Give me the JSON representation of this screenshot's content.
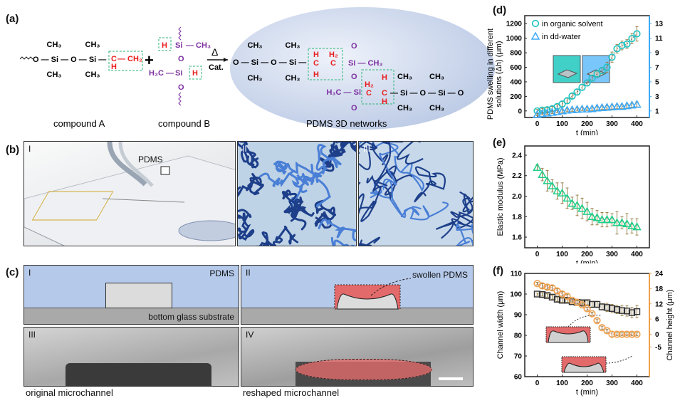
{
  "panels": {
    "a": {
      "label": "(a)",
      "compound_a": {
        "caption": "compound A",
        "left": "O — Si — O — Si —",
        "ch3": "CH₃",
        "vinyl_c": "C",
        "vinyl_ch2": "— CH₂",
        "vinyl_h": "H"
      },
      "plus": "+",
      "compound_b": {
        "caption": "compound B",
        "h": "H",
        "si": "Si",
        "ch3": "— CH₃",
        "o": "O",
        "h3c": "H₃C —"
      },
      "arrow": {
        "top": "Δ",
        "bottom": "Cat."
      },
      "network": {
        "caption": "PDMS 3D networks",
        "chain_left": "O — Si — O — Si —",
        "chain_right": "— Si — O — Si — O",
        "ch3": "CH₃",
        "h": "H",
        "c": "C",
        "h2": "H₂",
        "si": "Si",
        "o": "O",
        "si_ch3": "Si — CH₃",
        "h3c_si": "H₃C — Si"
      }
    },
    "b": {
      "label": "(b)",
      "sub": [
        "I",
        "II",
        "III"
      ],
      "pdms_label": "PDMS"
    },
    "c": {
      "label": "(c)",
      "sub": [
        "I",
        "II",
        "III",
        "IV"
      ],
      "pdms": "PDMS",
      "substrate": "bottom glass substrate",
      "swollen": "swollen PDMS",
      "caption_iii": "original microchannel",
      "caption_iv": "reshaped microchannel"
    },
    "d": {
      "label": "(d)"
    },
    "e": {
      "label": "(e)"
    },
    "f": {
      "label": "(f)"
    }
  },
  "colors": {
    "organic": "#1fc2c2",
    "water": "#3fa9f5",
    "modulus": "#1ecf8a",
    "width": "#333333",
    "height": "#f0a04b",
    "errorbar": "#9a8048",
    "right_axis_d": "#3fa9f5",
    "right_axis_f": "#f0a04b"
  },
  "chart_data": [
    {
      "id": "d",
      "type": "scatter",
      "xlabel": "t (min)",
      "ylabel": "PDMS swelling in different solutions (Δh) (μm)",
      "xlim": [
        -50,
        450
      ],
      "ylim": [
        -90,
        1310
      ],
      "xticks": [
        0,
        100,
        200,
        300,
        400
      ],
      "yticks": [
        0,
        200,
        400,
        600,
        800,
        1000,
        1200
      ],
      "y2ticks": [
        "1",
        "3",
        "5",
        "7",
        "9",
        "11",
        "13"
      ],
      "legend": [
        "in organic solvent",
        "in dd-water"
      ],
      "legend_position": "top-left",
      "x": [
        0,
        20,
        40,
        60,
        80,
        100,
        120,
        140,
        160,
        180,
        200,
        220,
        240,
        260,
        280,
        300,
        320,
        340,
        360,
        380,
        400
      ],
      "series": [
        {
          "name": "in organic solvent",
          "marker": "circle",
          "values": [
            0,
            10,
            15,
            30,
            60,
            95,
            140,
            205,
            260,
            325,
            385,
            450,
            510,
            555,
            600,
            740,
            855,
            900,
            920,
            995,
            1060
          ],
          "errors": [
            20,
            25,
            30,
            30,
            25,
            35,
            35,
            35,
            40,
            40,
            40,
            40,
            45,
            45,
            70,
            70,
            60,
            60,
            60,
            70,
            100
          ]
        },
        {
          "name": "in dd-water",
          "marker": "triangle",
          "values": [
            -50,
            -40,
            -30,
            -20,
            -10,
            0,
            10,
            15,
            20,
            25,
            25,
            30,
            40,
            45,
            50,
            55,
            60,
            60,
            70,
            80,
            90
          ],
          "errors": [
            15,
            15,
            15,
            15,
            15,
            20,
            20,
            20,
            20,
            20,
            20,
            25,
            25,
            25,
            25,
            30,
            30,
            30,
            30,
            30,
            35
          ]
        }
      ]
    },
    {
      "id": "e",
      "type": "scatter",
      "xlabel": "t (min)",
      "ylabel": "Elastic modulus (MPa)",
      "xlim": [
        -50,
        450
      ],
      "ylim": [
        1.496,
        2.49
      ],
      "xticks": [
        0,
        100,
        200,
        300,
        400
      ],
      "yticks": [
        1.6,
        1.8,
        2.0,
        2.2,
        2.4
      ],
      "x": [
        0,
        20,
        40,
        60,
        80,
        100,
        120,
        140,
        160,
        180,
        200,
        220,
        240,
        260,
        280,
        300,
        320,
        340,
        360,
        380,
        400
      ],
      "series": [
        {
          "name": "Elastic modulus",
          "marker": "triangle",
          "values": [
            2.28,
            2.21,
            2.15,
            2.1,
            2.05,
            2.03,
            1.98,
            1.93,
            1.91,
            1.88,
            1.85,
            1.8,
            1.79,
            1.77,
            1.77,
            1.77,
            1.74,
            1.74,
            1.73,
            1.71,
            1.7
          ],
          "errors": [
            0.03,
            0.06,
            0.1,
            0.06,
            0.08,
            0.1,
            0.1,
            0.06,
            0.1,
            0.1,
            0.09,
            0.08,
            0.07,
            0.07,
            0.07,
            0.06,
            0.11,
            0.06,
            0.1,
            0.07,
            0.08
          ]
        }
      ]
    },
    {
      "id": "f",
      "type": "scatter",
      "xlabel": "t (min)",
      "ylabel": "Channel width (μm)",
      "y2label": "Channel height (μm)",
      "xlim": [
        -50,
        450
      ],
      "ylim": [
        60,
        110
      ],
      "y2lim": [
        -16.7,
        24
      ],
      "xticks": [
        0,
        100,
        200,
        300,
        400
      ],
      "yticks": [
        60,
        70,
        80,
        90,
        100,
        110
      ],
      "y2ticks": [
        -5,
        0,
        6,
        12,
        18,
        24
      ],
      "x": [
        0,
        20,
        40,
        60,
        80,
        100,
        120,
        140,
        160,
        180,
        200,
        220,
        240,
        260,
        280,
        300,
        320,
        340,
        360,
        380,
        400
      ],
      "series": [
        {
          "name": "Channel width",
          "axis": "left",
          "marker": "square",
          "values": [
            100,
            99.8,
            99.3,
            98.5,
            97.5,
            97,
            97,
            96.3,
            96,
            95.8,
            95.8,
            95,
            95,
            93.8,
            93.5,
            93,
            92.5,
            92,
            91.8,
            91,
            91.5
          ],
          "errors": [
            0.5,
            0.8,
            0.8,
            1,
            1,
            1,
            1,
            0.8,
            0.8,
            1,
            1,
            1.5,
            1.5,
            1.5,
            2,
            2,
            2,
            2.5,
            2.5,
            2.5,
            3
          ]
        },
        {
          "name": "Channel height",
          "axis": "right",
          "marker": "circle",
          "values": [
            20,
            19.1,
            18.6,
            18.3,
            17.1,
            15.9,
            15,
            13.4,
            12.6,
            11.6,
            10.1,
            8.1,
            5.4,
            2.6,
            1.4,
            0,
            0,
            0,
            0,
            0,
            0
          ],
          "errors": [
            0.5,
            0.8,
            0.8,
            0.8,
            0.8,
            0.8,
            0.8,
            0.6,
            0.6,
            0.6,
            0.6,
            0.6,
            0.6,
            0.6,
            0.6,
            1,
            0.6,
            0.6,
            0.6,
            0.6,
            0.6
          ]
        }
      ]
    }
  ]
}
